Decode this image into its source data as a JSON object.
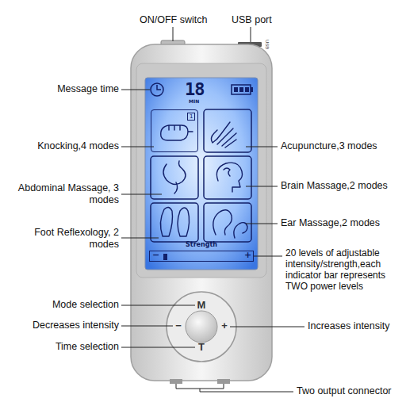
{
  "diagram": {
    "nodes": [
      {
        "text": [
          "18",
          "MIN"
        ]
      },
      {
        "text": [
          "Strength",
          "−",
          "+"
        ],
        "in": 0
      },
      {
        "text": [
          "1"
        ],
        "in": 0
      },
      {
        "text": [
          "M",
          "−",
          "+",
          "T"
        ]
      }
    ],
    "labels": [
      "ON/OFF switch",
      "USB port",
      "Message time",
      "Knocking,4 modes",
      "Abdominal Massage, 3 modes",
      "Foot Reflexology, 2 modes",
      "Acupuncture,3 modes",
      "Brain Massage,2 modes",
      "Ear Massage,2 modes",
      "20 levels of adjustable intensity/strength,each indicator bar represents TWO power levels",
      "Mode selection",
      "Decreases intensity",
      "Increases intensity",
      "Time selection",
      "Two output connector",
      "USB"
    ]
  }
}
